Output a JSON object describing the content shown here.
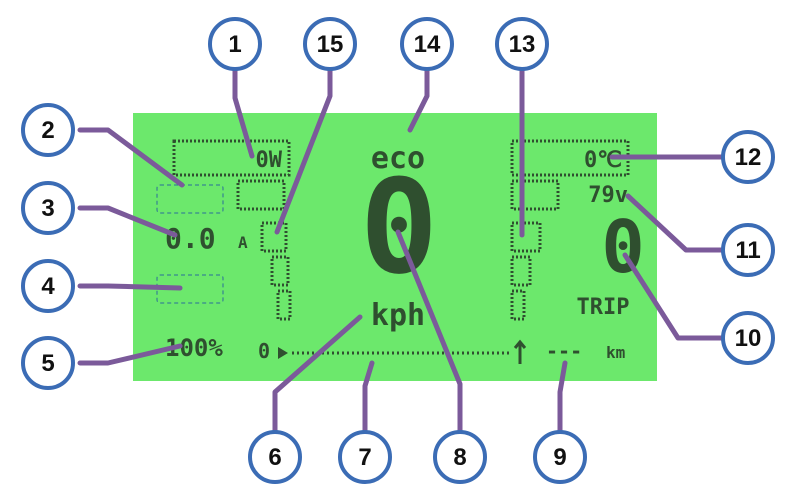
{
  "display": {
    "power_value": "0W",
    "current_value": "0.0",
    "current_unit": "A",
    "battery_percent": "100%",
    "assist_mode": "eco",
    "speed_value": "0",
    "speed_unit": "kph",
    "odometer_prefix": "0",
    "range_value": "---",
    "range_unit": "km",
    "temperature_value": "0℃",
    "voltage_value": "79v",
    "trip_value": "0",
    "trip_label": "TRIP"
  },
  "callouts": [
    "1",
    "2",
    "3",
    "4",
    "5",
    "6",
    "7",
    "8",
    "9",
    "10",
    "11",
    "12",
    "13",
    "14",
    "15"
  ],
  "colors": {
    "lcd_background": "#6ce86c",
    "segment_dark": "#2f4f2f",
    "leader_line": "#7b5a9a",
    "callout_stroke": "#3b6cb5"
  }
}
